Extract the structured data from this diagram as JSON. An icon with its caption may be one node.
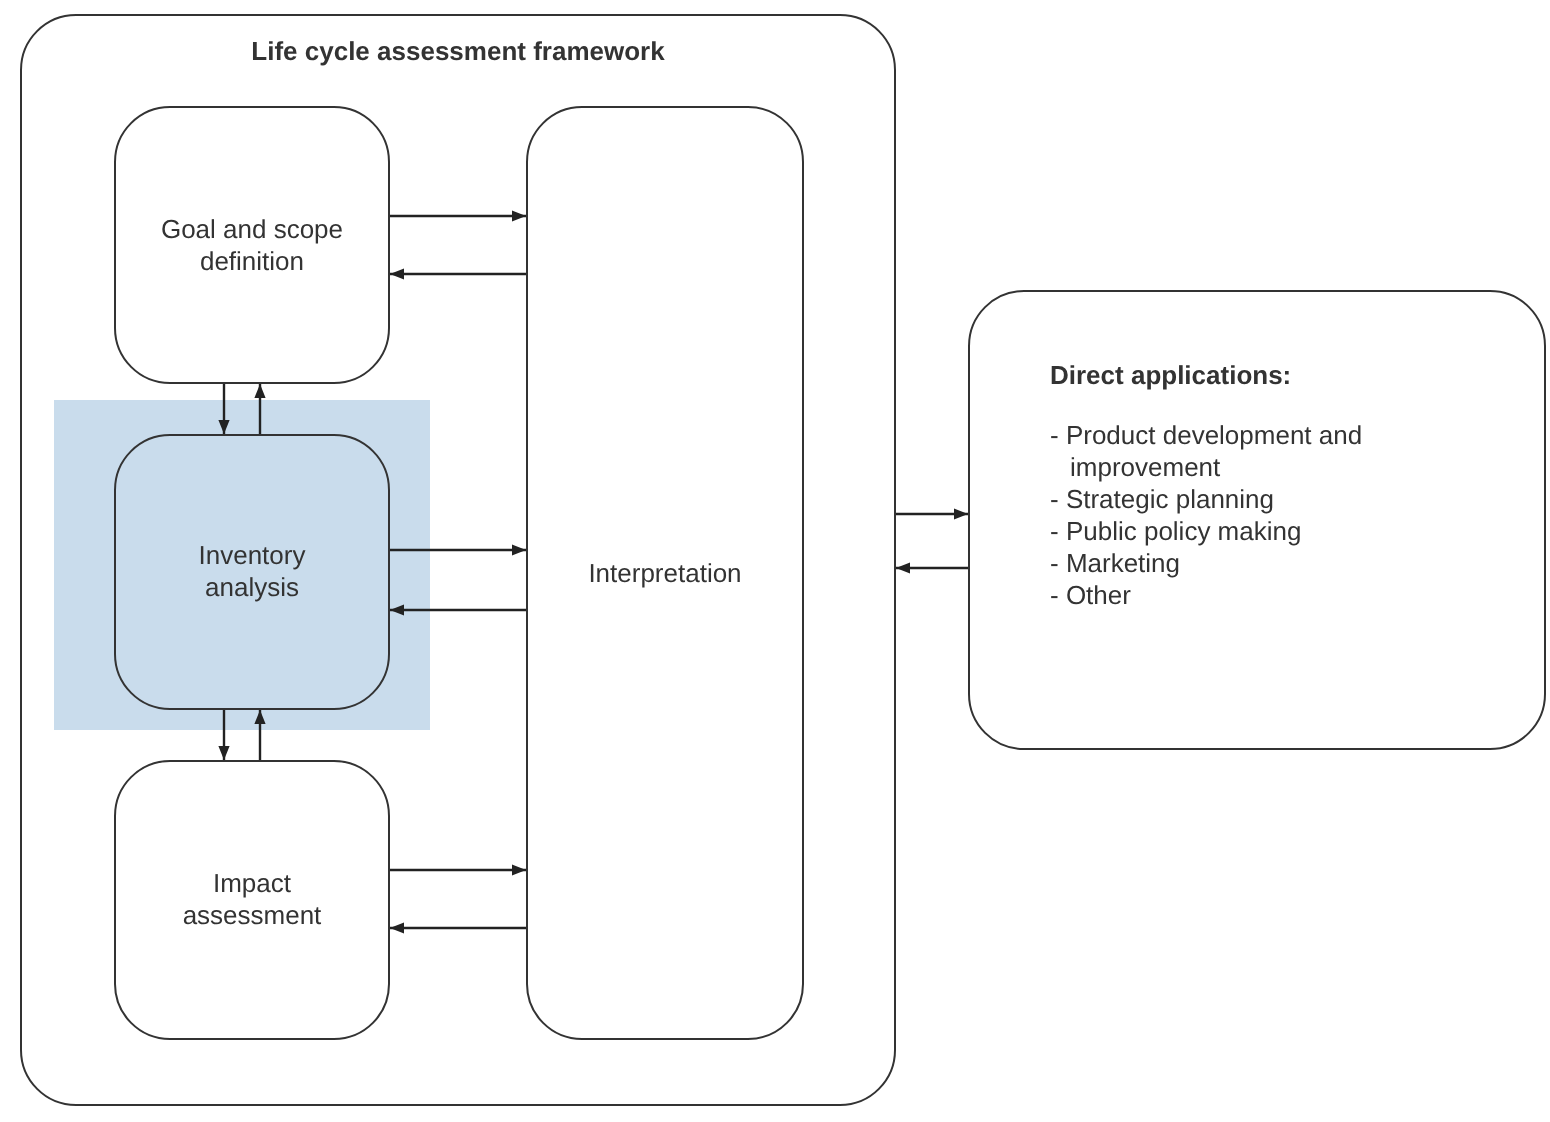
{
  "diagram": {
    "nodes": [
      {
        "text": [
          "Life cycle assessment framework"
        ]
      },
      {
        "text": [
          "Goal and scope definition"
        ],
        "in": 0
      },
      {
        "text": [
          "Inventory analysis"
        ],
        "in": 0
      },
      {
        "text": [
          "Impact assessment"
        ],
        "in": 0
      },
      {
        "text": [
          "Interpretation"
        ],
        "in": 0
      },
      {
        "text": [
          "Direct applications:",
          "- Product development and improvement",
          "- Strategic planning",
          "- Public policy making",
          "- Marketing",
          "- Other"
        ]
      }
    ],
    "edges": [
      {
        "from": 1,
        "to": 4,
        "arrow": "to"
      },
      {
        "from": 4,
        "to": 1,
        "arrow": "to"
      },
      {
        "from": 1,
        "to": 2,
        "arrow": "to"
      },
      {
        "from": 2,
        "to": 1,
        "arrow": "to"
      },
      {
        "from": 2,
        "to": 4,
        "arrow": "to"
      },
      {
        "from": 4,
        "to": 2,
        "arrow": "to"
      },
      {
        "from": 2,
        "to": 3,
        "arrow": "to"
      },
      {
        "from": 3,
        "to": 2,
        "arrow": "to"
      },
      {
        "from": 3,
        "to": 4,
        "arrow": "to"
      },
      {
        "from": 4,
        "to": 3,
        "arrow": "to"
      },
      {
        "from": 0,
        "to": 5,
        "arrow": "to"
      },
      {
        "from": 5,
        "to": 0,
        "arrow": "to"
      }
    ]
  }
}
